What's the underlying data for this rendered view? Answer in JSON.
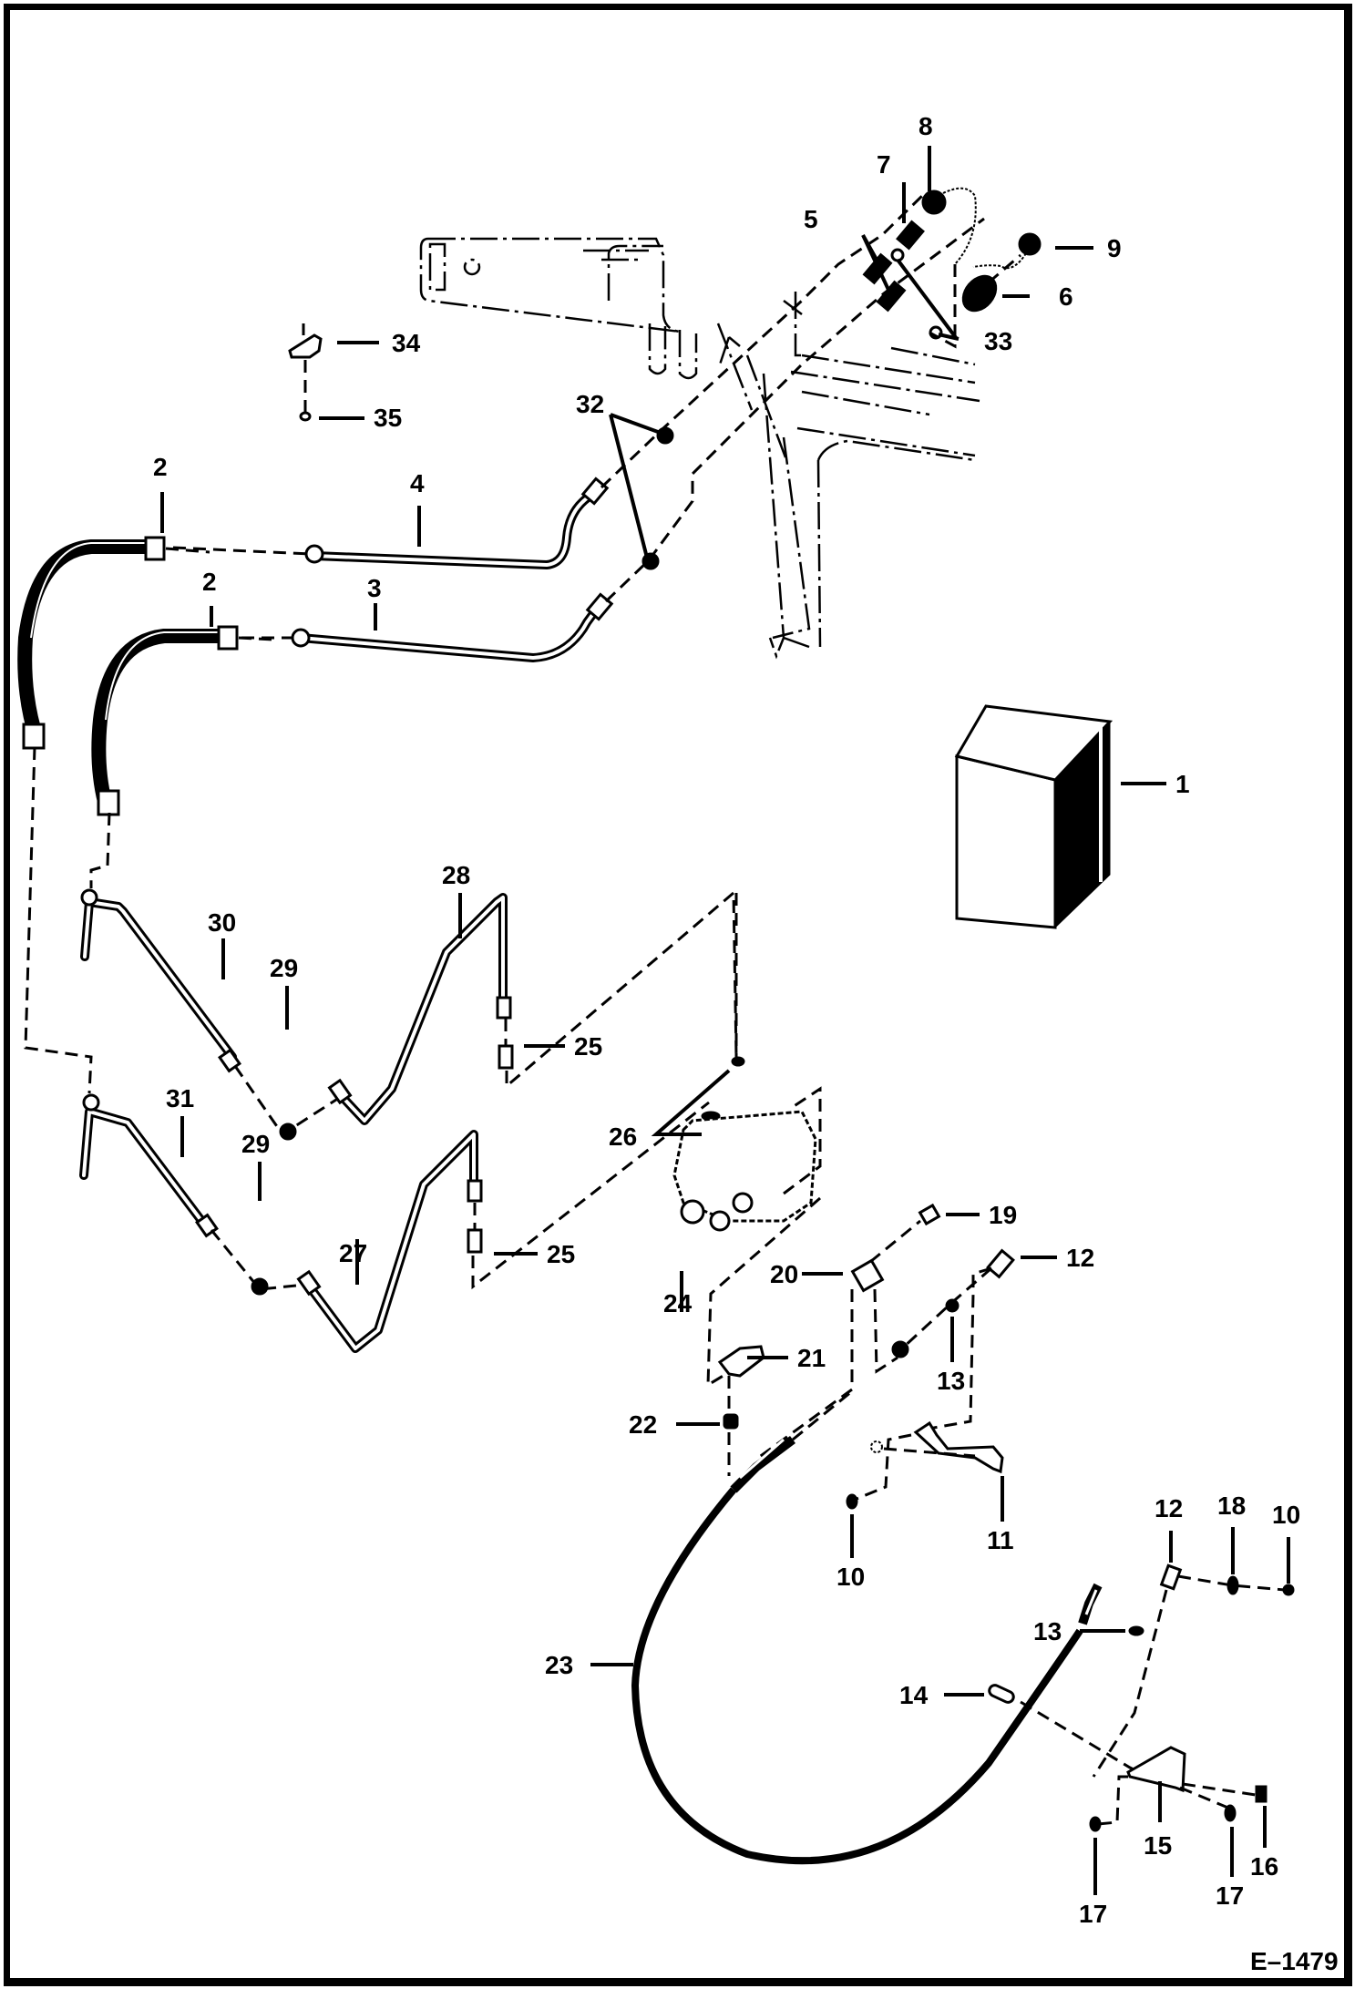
{
  "figure": {
    "id": "E–1479",
    "type": "exploded parts diagram"
  },
  "callouts": [
    {
      "number": "1",
      "part": "box"
    },
    {
      "number": "2",
      "part": "hose-upper"
    },
    {
      "number": "2",
      "part": "hose-lower"
    },
    {
      "number": "3",
      "part": "tube-lower"
    },
    {
      "number": "4",
      "part": "tube-upper"
    },
    {
      "number": "5",
      "part": "fittings"
    },
    {
      "number": "6",
      "part": "coupler"
    },
    {
      "number": "7",
      "part": "fitting"
    },
    {
      "number": "8",
      "part": "coupler-cap"
    },
    {
      "number": "9",
      "part": "dust-plug"
    },
    {
      "number": "10",
      "part": "nut"
    },
    {
      "number": "10",
      "part": "nut"
    },
    {
      "number": "11",
      "part": "bracket"
    },
    {
      "number": "12",
      "part": "cable-end"
    },
    {
      "number": "12",
      "part": "cable-end"
    },
    {
      "number": "13",
      "part": "nut"
    },
    {
      "number": "13",
      "part": "nut"
    },
    {
      "number": "14",
      "part": "clevis-pin"
    },
    {
      "number": "15",
      "part": "bracket"
    },
    {
      "number": "16",
      "part": "bolt"
    },
    {
      "number": "17",
      "part": "nut"
    },
    {
      "number": "17",
      "part": "nut"
    },
    {
      "number": "18",
      "part": "washer"
    },
    {
      "number": "19",
      "part": "bolt"
    },
    {
      "number": "20",
      "part": "clamp"
    },
    {
      "number": "21",
      "part": "bracket"
    },
    {
      "number": "22",
      "part": "nut"
    },
    {
      "number": "23",
      "part": "control-cable"
    },
    {
      "number": "24",
      "part": "control-valve"
    },
    {
      "number": "25",
      "part": "fitting"
    },
    {
      "number": "25",
      "part": "fitting"
    },
    {
      "number": "26",
      "part": "o-rings"
    },
    {
      "number": "27",
      "part": "tube"
    },
    {
      "number": "28",
      "part": "tube"
    },
    {
      "number": "29",
      "part": "o-ring"
    },
    {
      "number": "29",
      "part": "o-ring"
    },
    {
      "number": "30",
      "part": "tube"
    },
    {
      "number": "31",
      "part": "tube"
    },
    {
      "number": "32",
      "part": "o-rings"
    },
    {
      "number": "33",
      "part": "o-rings"
    },
    {
      "number": "34",
      "part": "clip"
    },
    {
      "number": "35",
      "part": "screw"
    }
  ]
}
